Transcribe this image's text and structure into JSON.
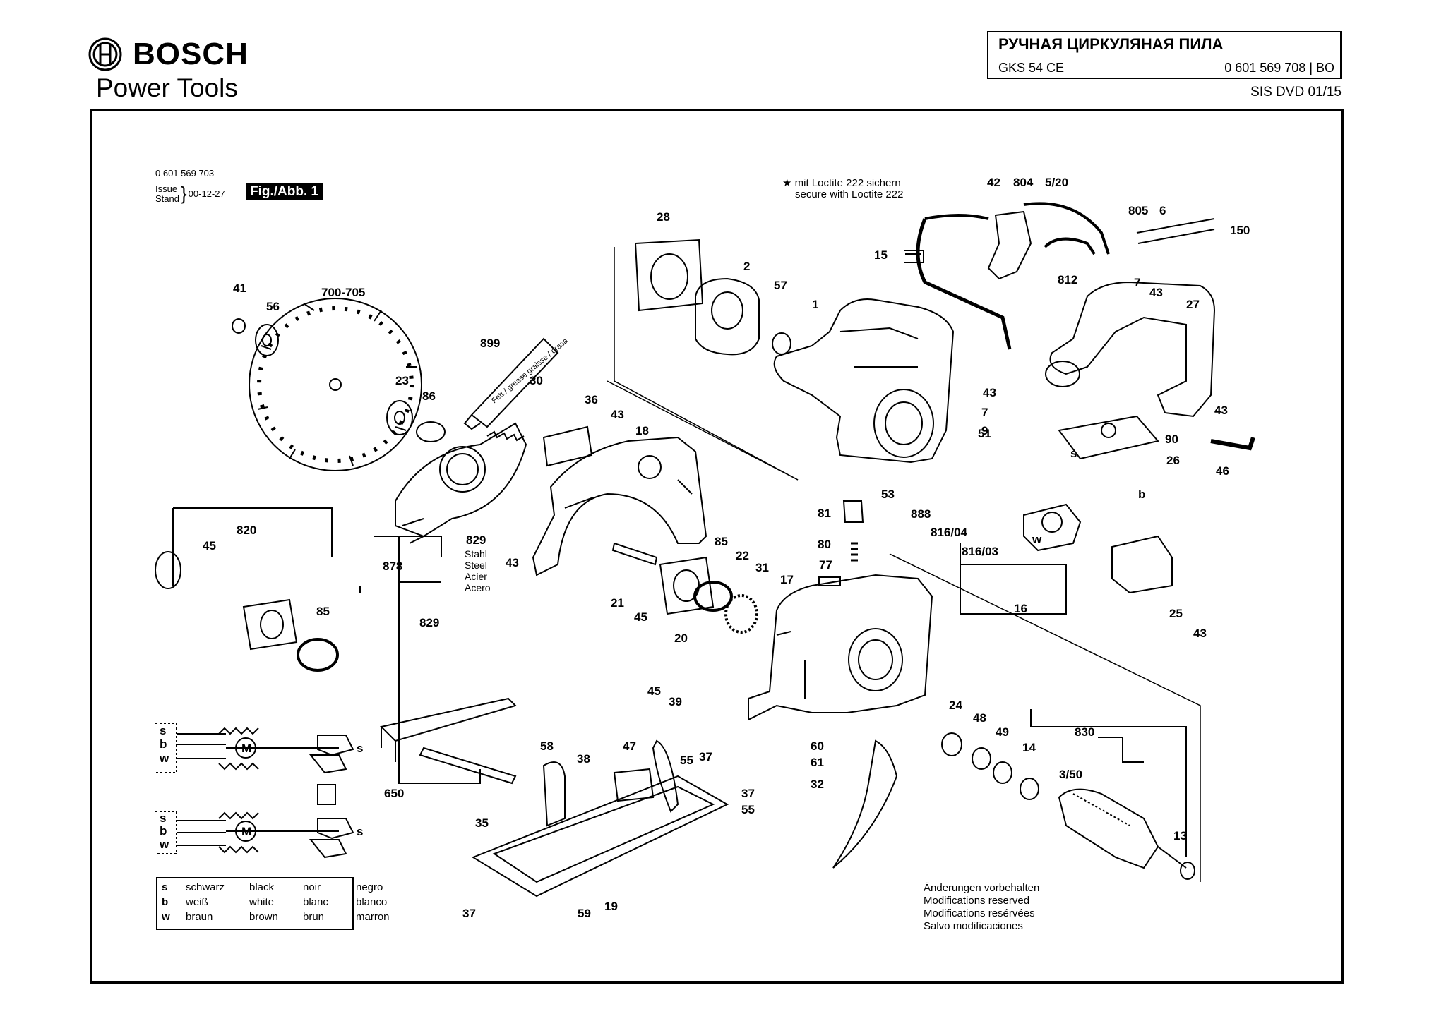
{
  "header": {
    "brand": "BOSCH",
    "subtitle": "Power Tools",
    "title": "РУЧНАЯ ЦИРКУЛЯНАЯ ПИЛА",
    "model": "GKS 54 CE",
    "code": "0 601 569 708 | BO",
    "sis": "SIS DVD 01/15"
  },
  "figure": {
    "ref": "0 601 569 703",
    "issue_label": "Issue",
    "stand_label": "Stand",
    "date": "00-12-27",
    "tag": "Fig./Abb. 1",
    "loctite_1": "mit Loctite 222 sichern",
    "loctite_2": "secure with Loctite 222"
  },
  "parts": [
    {
      "id": "41",
      "label": "41"
    },
    {
      "id": "56",
      "label": "56"
    },
    {
      "id": "700",
      "label": "700-705"
    },
    {
      "id": "23",
      "label": "23"
    },
    {
      "id": "86",
      "label": "86"
    },
    {
      "id": "899",
      "label": "899"
    },
    {
      "id": "30",
      "label": "30"
    },
    {
      "id": "36",
      "label": "36"
    },
    {
      "id": "43a",
      "label": "43"
    },
    {
      "id": "18",
      "label": "18"
    },
    {
      "id": "28",
      "label": "28"
    },
    {
      "id": "2",
      "label": "2"
    },
    {
      "id": "57",
      "label": "57"
    },
    {
      "id": "1",
      "label": "1"
    },
    {
      "id": "15",
      "label": "15"
    },
    {
      "id": "42",
      "label": "42"
    },
    {
      "id": "804",
      "label": "804"
    },
    {
      "id": "520",
      "label": "5/20"
    },
    {
      "id": "805",
      "label": "805"
    },
    {
      "id": "6",
      "label": "6"
    },
    {
      "id": "150",
      "label": "150"
    },
    {
      "id": "812",
      "label": "812"
    },
    {
      "id": "7a",
      "label": "7"
    },
    {
      "id": "43b",
      "label": "43"
    },
    {
      "id": "27",
      "label": "27"
    },
    {
      "id": "43c",
      "label": "43"
    },
    {
      "id": "7b",
      "label": "7"
    },
    {
      "id": "9",
      "label": "9"
    },
    {
      "id": "43d",
      "label": "43"
    },
    {
      "id": "90",
      "label": "90"
    },
    {
      "id": "26",
      "label": "26"
    },
    {
      "id": "46",
      "label": "46"
    },
    {
      "id": "51",
      "label": "51"
    },
    {
      "id": "53",
      "label": "53"
    },
    {
      "id": "888",
      "label": "888"
    },
    {
      "id": "81604",
      "label": "816/04"
    },
    {
      "id": "81603",
      "label": "816/03"
    },
    {
      "id": "16",
      "label": "16"
    },
    {
      "id": "25",
      "label": "25"
    },
    {
      "id": "43e",
      "label": "43"
    },
    {
      "id": "820",
      "label": "820"
    },
    {
      "id": "45a",
      "label": "45"
    },
    {
      "id": "85a",
      "label": "85"
    },
    {
      "id": "878",
      "label": "878"
    },
    {
      "id": "829a",
      "label": "829"
    },
    {
      "id": "829b",
      "label": "829"
    },
    {
      "id": "43f",
      "label": "43"
    },
    {
      "id": "21",
      "label": "21"
    },
    {
      "id": "45b",
      "label": "45"
    },
    {
      "id": "20",
      "label": "20"
    },
    {
      "id": "85b",
      "label": "85"
    },
    {
      "id": "22",
      "label": "22"
    },
    {
      "id": "31",
      "label": "31"
    },
    {
      "id": "17",
      "label": "17"
    },
    {
      "id": "81",
      "label": "81"
    },
    {
      "id": "80",
      "label": "80"
    },
    {
      "id": "77",
      "label": "77"
    },
    {
      "id": "45c",
      "label": "45"
    },
    {
      "id": "39",
      "label": "39"
    },
    {
      "id": "650",
      "label": "650"
    },
    {
      "id": "58",
      "label": "58"
    },
    {
      "id": "38",
      "label": "38"
    },
    {
      "id": "47",
      "label": "47"
    },
    {
      "id": "55a",
      "label": "55"
    },
    {
      "id": "37a",
      "label": "37"
    },
    {
      "id": "37b",
      "label": "37"
    },
    {
      "id": "55b",
      "label": "55"
    },
    {
      "id": "35",
      "label": "35"
    },
    {
      "id": "37c",
      "label": "37"
    },
    {
      "id": "19",
      "label": "19"
    },
    {
      "id": "59",
      "label": "59"
    },
    {
      "id": "60",
      "label": "60"
    },
    {
      "id": "61",
      "label": "61"
    },
    {
      "id": "32",
      "label": "32"
    },
    {
      "id": "24",
      "label": "24"
    },
    {
      "id": "48",
      "label": "48"
    },
    {
      "id": "49",
      "label": "49"
    },
    {
      "id": "14",
      "label": "14"
    },
    {
      "id": "830",
      "label": "830"
    },
    {
      "id": "350",
      "label": "3/50"
    },
    {
      "id": "13",
      "label": "13"
    }
  ],
  "material_829": [
    "Stahl",
    "Steel",
    "Acier",
    "Acero"
  ],
  "grease_text": "Fett / grease graisse / grasa",
  "wire_letters": {
    "s": "s",
    "b": "b",
    "w": "w",
    "m": "M"
  },
  "legend": [
    {
      "key": "s",
      "de": "schwarz",
      "en": "black",
      "fr": "noir",
      "es": "negro"
    },
    {
      "key": "b",
      "de": "weiß",
      "en": "white",
      "fr": "blanc",
      "es": "blanco"
    },
    {
      "key": "w",
      "de": "braun",
      "en": "brown",
      "fr": "brun",
      "es": "marron"
    }
  ],
  "notes": [
    "Änderungen vorbehalten",
    "Modifications reserved",
    "Modifications resérvées",
    "Salvo modificaciones"
  ]
}
